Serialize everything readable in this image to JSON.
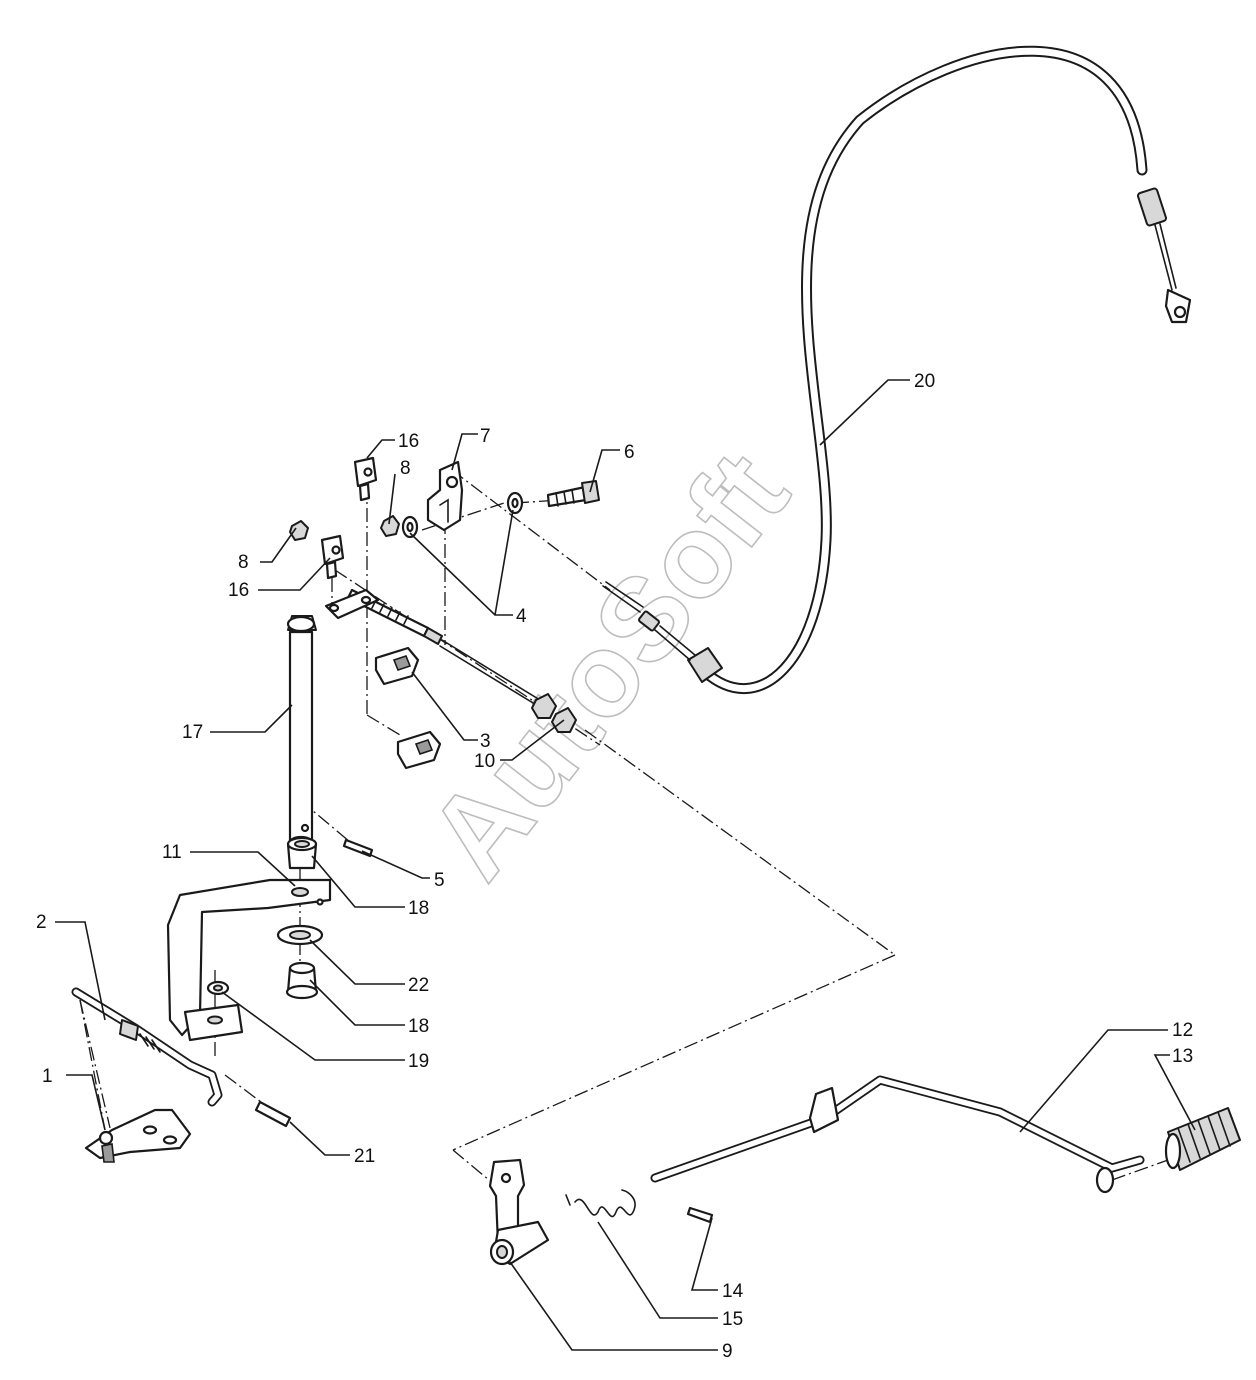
{
  "watermark": "AutoSoft",
  "callouts": {
    "c1": "1",
    "c2": "2",
    "c3": "3",
    "c4": "4",
    "c5": "5",
    "c6": "6",
    "c7": "7",
    "c8a": "8",
    "c8b": "8",
    "c9": "9",
    "c10": "10",
    "c11": "11",
    "c12": "12",
    "c13": "13",
    "c14": "14",
    "c15": "15",
    "c16a": "16",
    "c16b": "16",
    "c17": "17",
    "c18a": "18",
    "c18b": "18",
    "c19": "19",
    "c20": "20",
    "c21": "21",
    "c22": "22"
  }
}
